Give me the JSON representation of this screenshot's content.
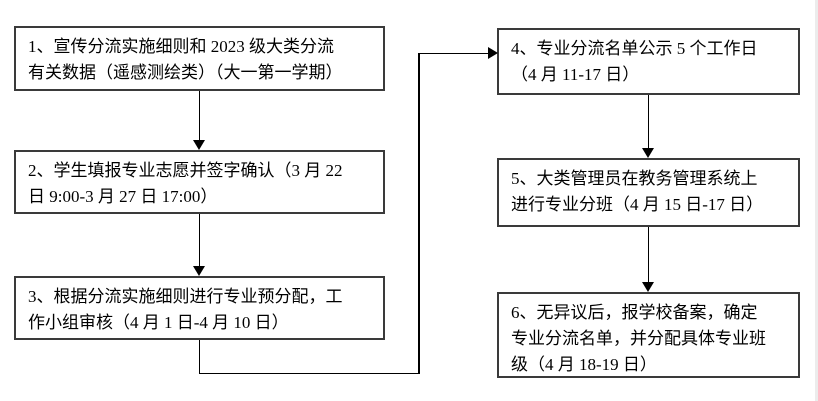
{
  "flowchart": {
    "steps": [
      {
        "id": "1",
        "text": "1、宣传分流实施细则和 2023 级大类分流\n有关数据（遥感测绘类）（大一第一学期）"
      },
      {
        "id": "2",
        "text": "2、学生填报专业志愿并签字确认（3 月 22\n日 9:00-3 月 27 日 17:00）"
      },
      {
        "id": "3",
        "text": "3、根据分流实施细则进行专业预分配，工\n作小组审核（4 月 1 日-4 月 10 日）"
      },
      {
        "id": "4",
        "text": "4、专业分流名单公示 5 个工作日\n（4 月 11-17 日）"
      },
      {
        "id": "5",
        "text": "5、大类管理员在教务管理系统上\n进行专业分班（4 月 15 日-17 日）"
      },
      {
        "id": "6",
        "text": "6、无异议后，报学校备案，确定\n专业分流名单，并分配具体专业班\n级（4 月 18-19 日）"
      }
    ],
    "connections": [
      {
        "from": "1",
        "to": "2",
        "style": "straight-down"
      },
      {
        "from": "2",
        "to": "3",
        "style": "straight-down"
      },
      {
        "from": "3",
        "to": "4",
        "style": "elbow-down-right-up"
      },
      {
        "from": "4",
        "to": "5",
        "style": "straight-down"
      },
      {
        "from": "5",
        "to": "6",
        "style": "straight-down"
      }
    ],
    "colors": {
      "box_border": "#3a3a3a",
      "connector": "#000000",
      "text": "#000000",
      "background": "#ffffff"
    }
  }
}
